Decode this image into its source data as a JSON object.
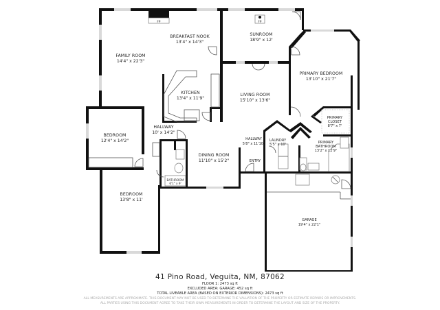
{
  "floorplan": {
    "address": "41 Pino Road, Veguita, NM, 87062",
    "floor_area": "FLOOR 1: 2473 sq ft",
    "excluded_area": "EXCLUDED AREA: GARAGE: 452 sq ft",
    "total_area": "TOTAL LIVEABLE AREA (BASED ON EXTERIOR DIMENSIONS): 2473 sq ft",
    "disclaimer_line1": "ALL MEASUREMENTS ARE APPROXIMATE. THIS DOCUMENT MAY NOT BE USED TO DETERMINE THE VALUATION OF THE PROPERTY OR ESTIMATE REPAIRS OR IMPROVEMENTS.",
    "disclaimer_line2": "ALL PARTIES USING THIS DOCUMENT AGREE TO TAKE THEIR OWN MEASUREMENTS IN ORDER TO DETERMINE THE LAYOUT AND SIZE OF THE PROPERTY.",
    "rooms": {
      "family_room": {
        "name": "FAMILY ROOM",
        "dims": "14'4\" x 22'3\""
      },
      "breakfast_nook": {
        "name": "BREAKFAST NOOK",
        "dims": "13'4\" x 14'3\""
      },
      "sunroom": {
        "name": "SUNROOM",
        "dims": "18'9\" x 12'"
      },
      "primary_bedroom": {
        "name": "PRIMARY BEDROOM",
        "dims": "13'10\" x 21'7\""
      },
      "kitchen": {
        "name": "KITCHEN",
        "dims": "13'4\" x 11'9\""
      },
      "living_room": {
        "name": "LIVING ROOM",
        "dims": "15'10\" x 13'6\""
      },
      "primary_closet_1": {
        "name": "PRIMARY",
        "name2": "CLOSET",
        "dims": "8'7\" x 7'"
      },
      "bedroom_1": {
        "name": "BEDROOM",
        "dims": "12'4\" x 14'2\""
      },
      "hallway_1": {
        "name": "HALLWAY",
        "dims": "10' x 14'2\""
      },
      "hallway_2": {
        "name": "HALLWAY",
        "dims": "5'8\" x 11'10\""
      },
      "laundry": {
        "name": "LAUNDRY",
        "dims": "5'5\" x 10'"
      },
      "primary_bathroom": {
        "name": "PRIMARY",
        "name2": "BATHROOM",
        "dims": "13'2\" x 12'9\""
      },
      "dining_room": {
        "name": "DINING ROOM",
        "dims": "11'10\" x 15'2\""
      },
      "entry": {
        "name": "ENTRY"
      },
      "bathroom": {
        "name": "BATHROOM",
        "dims": "6'1\" x 9'"
      },
      "bedroom_2": {
        "name": "BEDROOM",
        "dims": "13'8\" x 11'"
      },
      "garage": {
        "name": "GARAGE",
        "dims": "19'4\" x 22'1\""
      }
    },
    "fireplace_label": "FP",
    "colors": {
      "wall": "#111111",
      "window": "#d9d9d9",
      "text": "#222222",
      "disclaimer": "#aaaaaa"
    }
  }
}
